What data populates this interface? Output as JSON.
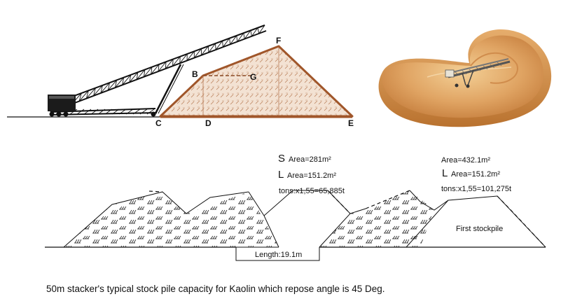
{
  "stacker_diagram": {
    "points": {
      "b": "B",
      "c": "C",
      "d": "D",
      "e": "E",
      "f": "F",
      "g": "G"
    }
  },
  "pile_1": {
    "s_prefix": "S",
    "area_s": "Area=281m²",
    "l_prefix": "L",
    "area_l": "Area=151.2m²",
    "tons": "tons:x1,55=65,885t"
  },
  "pile_2": {
    "area_total": "Area=432.1m²",
    "l_prefix": "L",
    "area_l": "Area=151.2m²",
    "tons": "tons:x1,55=101,275t",
    "stockpile_label": "First stockpile"
  },
  "length_label": "Length:19.1m",
  "caption": "50m stacker's typical stock pile capacity for Kaolin which repose angle is 45 Deg.",
  "colors": {
    "pile_outline": "#a0562a",
    "pile_fill": "#f1dccb",
    "sand_light": "#e9b97d",
    "sand_dark": "#c47a3c",
    "truss": "#111111"
  }
}
